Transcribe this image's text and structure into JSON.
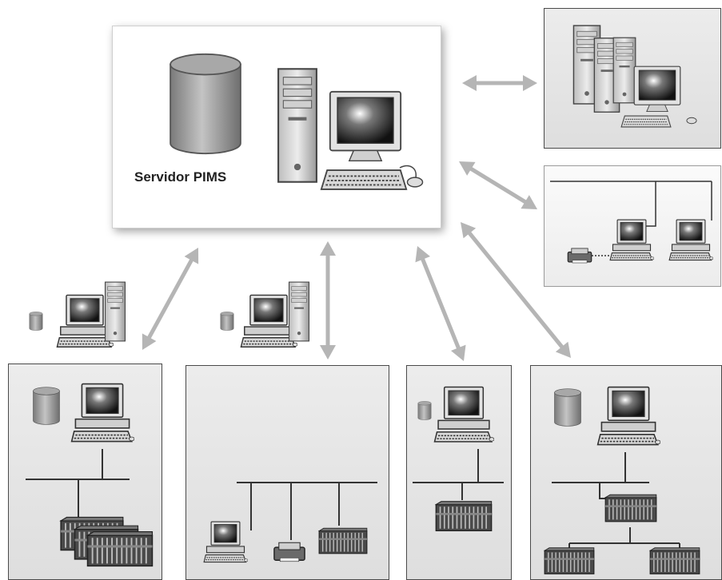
{
  "server": {
    "label": "Servidor PIMS"
  },
  "colors": {
    "arrow": "#b5b5b5",
    "panel_border": "#4a4a4a",
    "equipment": "#333333"
  },
  "nodes": [
    {
      "id": "pims-server",
      "type": "server",
      "contains": [
        "database-icon",
        "tower-icon",
        "monitor-icon",
        "keyboard-icon",
        "mouse-icon"
      ]
    },
    {
      "id": "server-cluster",
      "type": "panel",
      "contains": [
        "tower-icon",
        "tower-icon",
        "monitor-icon",
        "keyboard-icon"
      ]
    },
    {
      "id": "office-network",
      "type": "panel",
      "contains": [
        "printer-icon",
        "workstation-icon",
        "workstation-icon"
      ]
    },
    {
      "id": "client-workstation-1",
      "type": "standalone",
      "contains": [
        "database-icon",
        "workstation-icon"
      ]
    },
    {
      "id": "client-workstation-2",
      "type": "standalone",
      "contains": [
        "database-icon",
        "workstation-icon"
      ]
    },
    {
      "id": "plant-system-1",
      "type": "panel",
      "contains": [
        "database-icon",
        "workstation-icon",
        "plc-rack-icon"
      ]
    },
    {
      "id": "plant-system-2",
      "type": "panel",
      "contains": [
        "workstation-icon",
        "printer-icon",
        "plc-rack-icon"
      ]
    },
    {
      "id": "plant-system-3",
      "type": "panel",
      "contains": [
        "database-icon",
        "workstation-icon",
        "plc-rack-icon"
      ]
    },
    {
      "id": "plant-system-4",
      "type": "panel",
      "contains": [
        "database-icon",
        "workstation-icon",
        "plc-rack-icon",
        "plc-rack-icon",
        "plc-rack-icon"
      ]
    }
  ],
  "connections": [
    {
      "from": "pims-server",
      "to": "server-cluster",
      "direction": "bidirectional"
    },
    {
      "from": "pims-server",
      "to": "office-network",
      "direction": "bidirectional"
    },
    {
      "from": "pims-server",
      "to": "client-workstation-1",
      "direction": "bidirectional"
    },
    {
      "from": "pims-server",
      "to": "plant-system-2",
      "direction": "bidirectional"
    },
    {
      "from": "pims-server",
      "to": "plant-system-3",
      "direction": "bidirectional"
    },
    {
      "from": "pims-server",
      "to": "plant-system-4",
      "direction": "bidirectional"
    }
  ]
}
